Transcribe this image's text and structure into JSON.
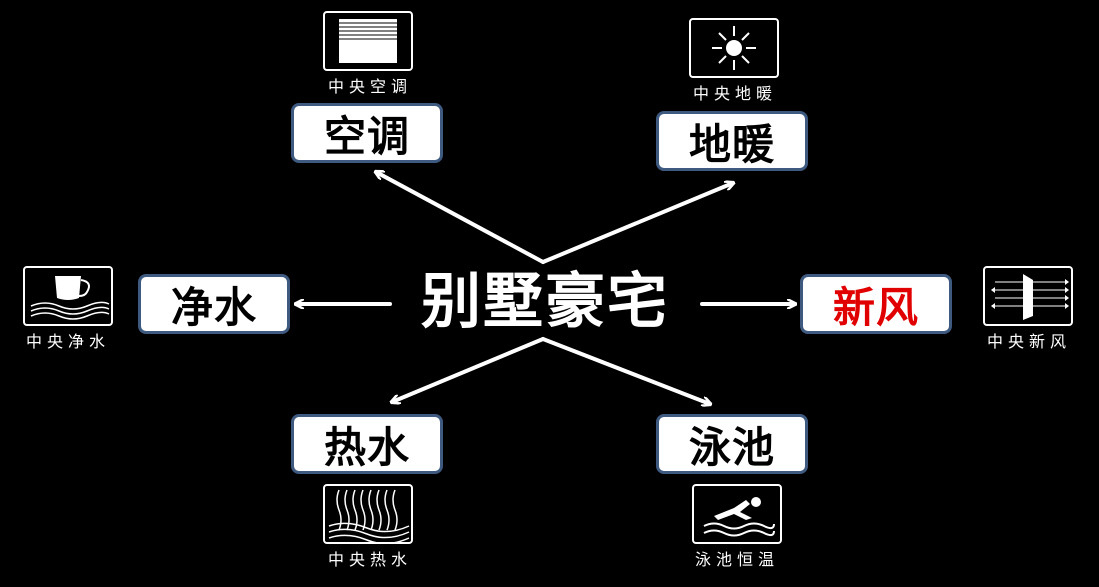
{
  "center": {
    "title": "别墅豪宅"
  },
  "nodes": {
    "kongtiao": {
      "label": "空调",
      "caption": "中央空调",
      "icon": "air-conditioner-icon",
      "color": "#000000"
    },
    "dinuan": {
      "label": "地暖",
      "caption": "中央地暖",
      "icon": "floor-heating-sun-icon",
      "color": "#000000"
    },
    "jingshui": {
      "label": "净水",
      "caption": "中央净水",
      "icon": "water-purifier-cup-icon",
      "color": "#000000"
    },
    "xinfeng": {
      "label": "新风",
      "caption": "中央新风",
      "icon": "fresh-air-filter-icon",
      "color": "#e00000"
    },
    "reshui": {
      "label": "热水",
      "caption": "中央热水",
      "icon": "hot-water-steam-icon",
      "color": "#000000"
    },
    "yongchi": {
      "label": "泳池",
      "caption": "泳池恒温",
      "icon": "swimmer-icon",
      "color": "#000000"
    }
  },
  "colors": {
    "background": "#000000",
    "box_border": "#3f5a80",
    "arrow": "#ffffff"
  }
}
